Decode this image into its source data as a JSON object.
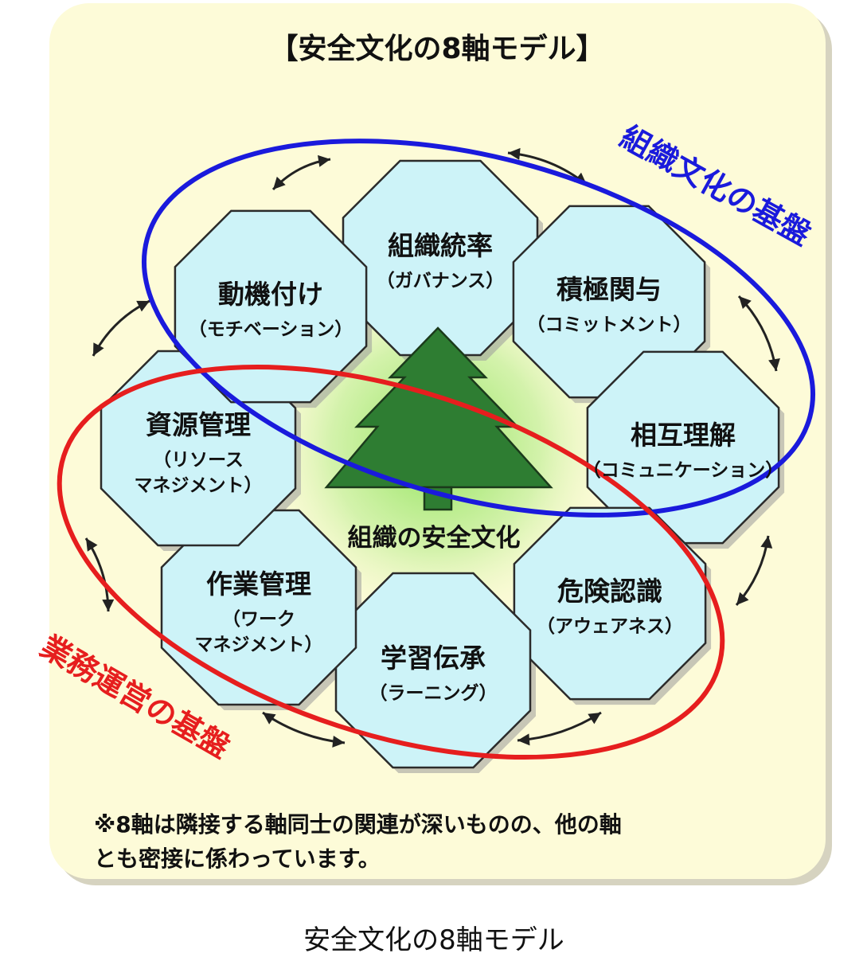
{
  "title": "【安全文化の8軸モデル】",
  "center_label": "組織の安全文化",
  "axes": [
    {
      "title": "組織統率",
      "sub": [
        "（ガバナンス）"
      ]
    },
    {
      "title": "積極関与",
      "sub": [
        "（コミットメント）"
      ]
    },
    {
      "title": "相互理解",
      "sub": [
        "（コミュニケーション）"
      ]
    },
    {
      "title": "危険認識",
      "sub": [
        "（アウェアネス）"
      ]
    },
    {
      "title": "学習伝承",
      "sub": [
        "（ラーニング）"
      ]
    },
    {
      "title": "作業管理",
      "sub": [
        "（ワーク",
        "マネジメント）"
      ]
    },
    {
      "title": "資源管理",
      "sub": [
        "（リソース",
        "マネジメント）"
      ]
    },
    {
      "title": "動機付け",
      "sub": [
        "（モチベーション）"
      ]
    }
  ],
  "groups": {
    "org_culture": {
      "label": "組織文化の基盤",
      "color": "#1a1adc"
    },
    "operations": {
      "label": "業務運営の基盤",
      "color": "#e61e1e"
    }
  },
  "note": [
    "※8軸は隣接する軸同士の関連が深いものの、他の軸",
    "とも密接に係わっています。"
  ],
  "caption": "安全文化の8軸モデル",
  "colors": {
    "tree": "#2e7d32",
    "octagon_fill": "#cdf3f8",
    "panel": "#fdfbd8"
  }
}
